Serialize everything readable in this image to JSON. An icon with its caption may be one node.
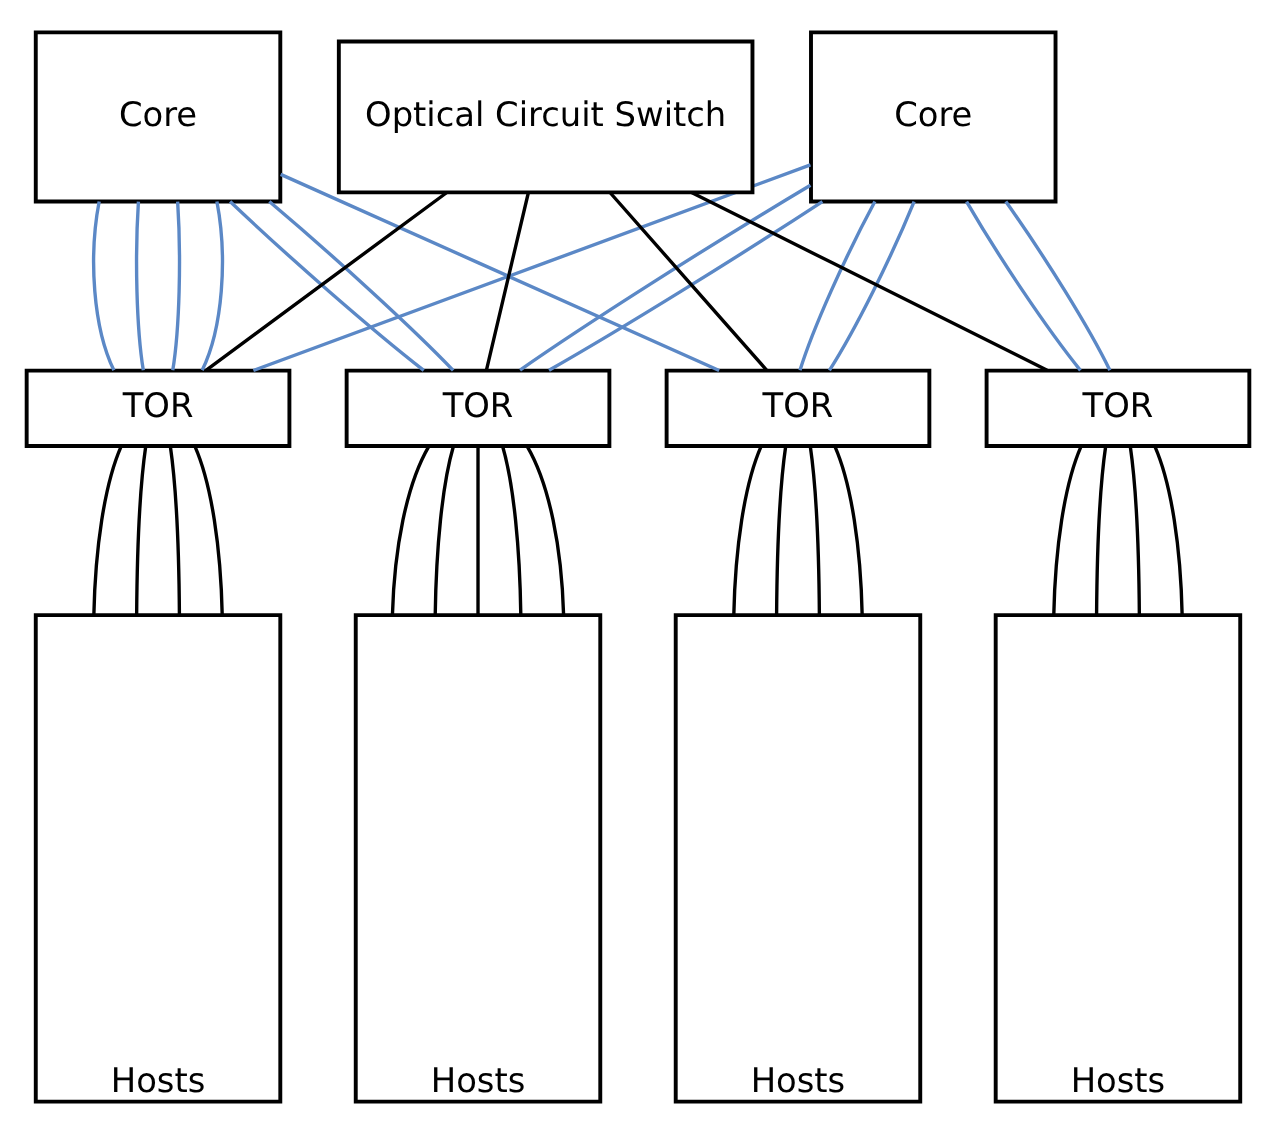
{
  "diagram": {
    "nodes": [
      {
        "text": [
          "Core"
        ]
      },
      {
        "text": [
          "Core"
        ]
      },
      {
        "text": [
          "Optical Circuit Switch"
        ]
      },
      {
        "text": [
          "TOR"
        ]
      },
      {
        "text": [
          "TOR"
        ]
      },
      {
        "text": [
          "TOR"
        ]
      },
      {
        "text": [
          "TOR"
        ]
      },
      {
        "text": [
          "Hosts"
        ]
      },
      {
        "text": [
          "Hosts"
        ]
      },
      {
        "text": [
          "Hosts"
        ]
      },
      {
        "text": [
          "Hosts"
        ]
      }
    ],
    "edges": [
      {
        "from": 0,
        "to": 3,
        "arrow": "none",
        "color": "#5b88c6"
      },
      {
        "from": 0,
        "to": 3,
        "arrow": "none",
        "color": "#5b88c6"
      },
      {
        "from": 0,
        "to": 4,
        "arrow": "none",
        "color": "#5b88c6"
      },
      {
        "from": 0,
        "to": 4,
        "arrow": "none",
        "color": "#5b88c6"
      },
      {
        "from": 0,
        "to": 4,
        "arrow": "none",
        "color": "#5b88c6"
      },
      {
        "from": 0,
        "to": 4,
        "arrow": "none",
        "color": "#5b88c6"
      },
      {
        "from": 0,
        "to": 6,
        "arrow": "none",
        "color": "#5b88c6"
      },
      {
        "from": 1,
        "to": 3,
        "arrow": "none",
        "color": "#5b88c6"
      },
      {
        "from": 1,
        "to": 3,
        "arrow": "none",
        "color": "#5b88c6"
      },
      {
        "from": 1,
        "to": 4,
        "arrow": "none",
        "color": "#5b88c6"
      },
      {
        "from": 1,
        "to": 5,
        "arrow": "none",
        "color": "#5b88c6"
      },
      {
        "from": 1,
        "to": 5,
        "arrow": "none",
        "color": "#5b88c6"
      },
      {
        "from": 1,
        "to": 6,
        "arrow": "none",
        "color": "#5b88c6"
      },
      {
        "from": 1,
        "to": 6,
        "arrow": "none",
        "color": "#5b88c6"
      },
      {
        "from": 2,
        "to": 3,
        "arrow": "none"
      },
      {
        "from": 2,
        "to": 4,
        "arrow": "none"
      },
      {
        "from": 2,
        "to": 5,
        "arrow": "none"
      },
      {
        "from": 2,
        "to": 6,
        "arrow": "none"
      },
      {
        "from": 3,
        "to": 7,
        "arrow": "none"
      },
      {
        "from": 3,
        "to": 7,
        "arrow": "none"
      },
      {
        "from": 3,
        "to": 7,
        "arrow": "none"
      },
      {
        "from": 3,
        "to": 7,
        "arrow": "none"
      },
      {
        "from": 3,
        "to": 7,
        "arrow": "none"
      },
      {
        "from": 4,
        "to": 8,
        "arrow": "none"
      },
      {
        "from": 4,
        "to": 8,
        "arrow": "none"
      },
      {
        "from": 4,
        "to": 8,
        "arrow": "none"
      },
      {
        "from": 4,
        "to": 8,
        "arrow": "none"
      },
      {
        "from": 5,
        "to": 9,
        "arrow": "none"
      },
      {
        "from": 5,
        "to": 9,
        "arrow": "none"
      },
      {
        "from": 5,
        "to": 9,
        "arrow": "none"
      },
      {
        "from": 5,
        "to": 9,
        "arrow": "none"
      },
      {
        "from": 6,
        "to": 10,
        "arrow": "none"
      },
      {
        "from": 6,
        "to": 10,
        "arrow": "none"
      },
      {
        "from": 6,
        "to": 10,
        "arrow": "none"
      },
      {
        "from": 6,
        "to": 10,
        "arrow": "none"
      }
    ]
  }
}
